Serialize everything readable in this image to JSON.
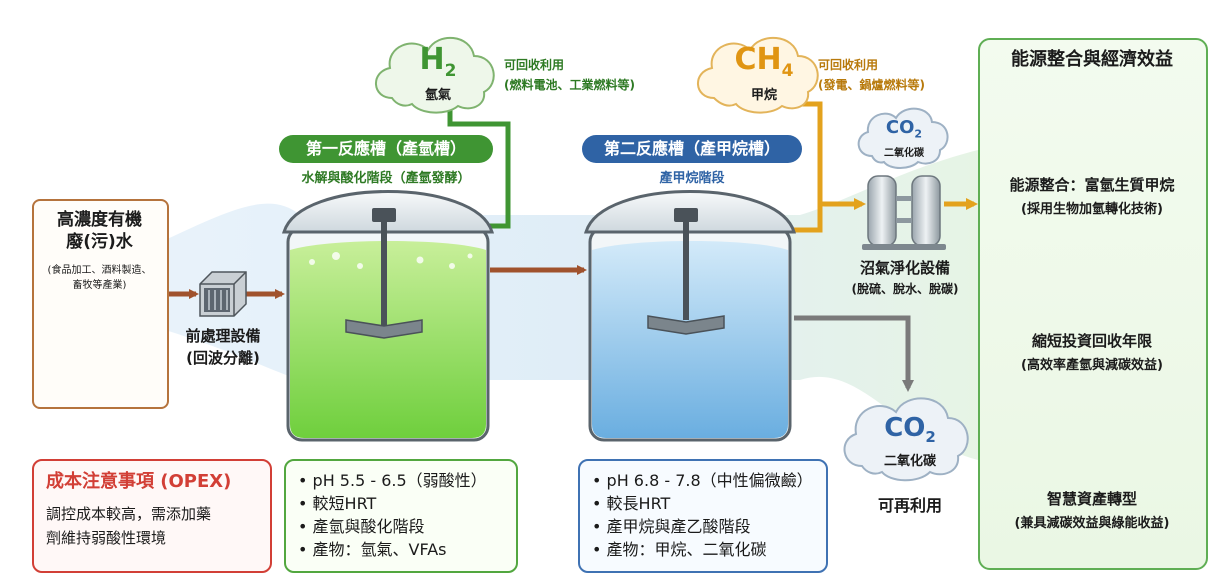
{
  "source": {
    "title_line1": "高濃度有機",
    "title_line2": "廢(污)水",
    "note_line1": "(食品加工、酒料製造、",
    "note_line2": "畜牧等產業)"
  },
  "pretreatment": {
    "line1": "前處理設備",
    "line2": "(回波分離)"
  },
  "reactor1": {
    "title": "第一反應槽（產氫槽）",
    "subtitle": "水解與酸化階段（產氫發酵）",
    "conditions": [
      "pH 5.5 - 6.5（弱酸性）",
      "較短HRT",
      "產氫與酸化階段",
      "產物：氫氣、VFAs"
    ]
  },
  "reactor2": {
    "title": "第二反應槽（產甲烷槽）",
    "subtitle": "產甲烷階段",
    "conditions": [
      "pH 6.8 - 7.8（中性偏微鹼）",
      "較長HRT",
      "產甲烷與產乙酸階段",
      "產物：甲烷、二氧化碳"
    ]
  },
  "h2": {
    "formula": "H",
    "sub": "2",
    "name": "氫氣",
    "note_line1": "可回收利用",
    "note_line2": "(燃料電池、工業燃料等)"
  },
  "ch4": {
    "formula": "CH",
    "sub": "4",
    "name": "甲烷",
    "note_line1": "可回收利用",
    "note_line2": "(發電、鍋爐燃料等)"
  },
  "co2_top": {
    "formula": "CO",
    "sub": "2",
    "name": "二氧化碳"
  },
  "co2_bottom": {
    "formula": "CO",
    "sub": "2",
    "name": "二氧化碳",
    "note": "可再利用"
  },
  "purification": {
    "line1": "沼氣淨化設備",
    "line2": "(脫硫、脫水、脫碳)"
  },
  "opex": {
    "title": "成本注意事項 (OPEX)",
    "line1": "調控成本較高，需添加藥",
    "line2": "劑維持弱酸性環境"
  },
  "benefits": {
    "title": "能源整合與經濟效益",
    "items": [
      {
        "line1": "能源整合：富氫生質甲烷",
        "line2": "(採用生物加氫轉化技術)",
        "icon": "flame-icon"
      },
      {
        "line1": "縮短投資回收年限",
        "line2": "(高效率產氫與減碳效益)",
        "icon": "growth-coins-icon"
      },
      {
        "line1": "智慧資產轉型",
        "line2": "(兼具減碳效益與綠能收益)",
        "icon": "eco-factory-icon"
      }
    ]
  },
  "colors": {
    "green": "#3f9533",
    "blue": "#2f63a5",
    "brown": "#a0522d",
    "orange": "#e3a21d",
    "red": "#d23f36",
    "gray": "#7a7a7a"
  }
}
